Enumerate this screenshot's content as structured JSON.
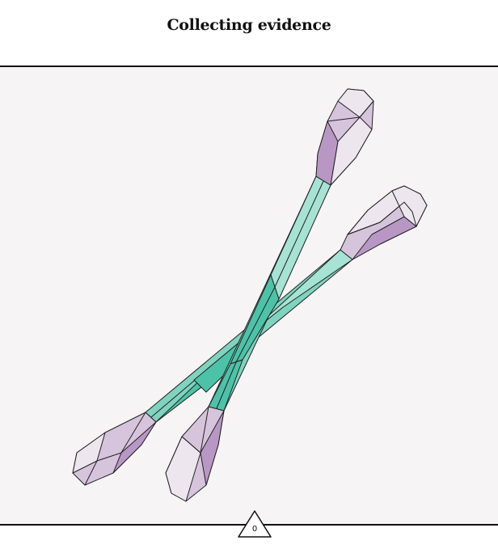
{
  "header": {
    "title": "Collecting evidence"
  },
  "scene": {
    "object": "swab-pair",
    "colors": {
      "stick_light": "#a6e3d4",
      "stick_dark": "#4cc3a8",
      "tip_light": "#ede6ef",
      "tip_mid": "#d6c4dd",
      "tip_dark": "#b997c5",
      "outline": "#222222",
      "background": "#f6f4f5"
    }
  },
  "footer": {
    "counter_value": "0",
    "counter_icon": "triangle-icon"
  }
}
